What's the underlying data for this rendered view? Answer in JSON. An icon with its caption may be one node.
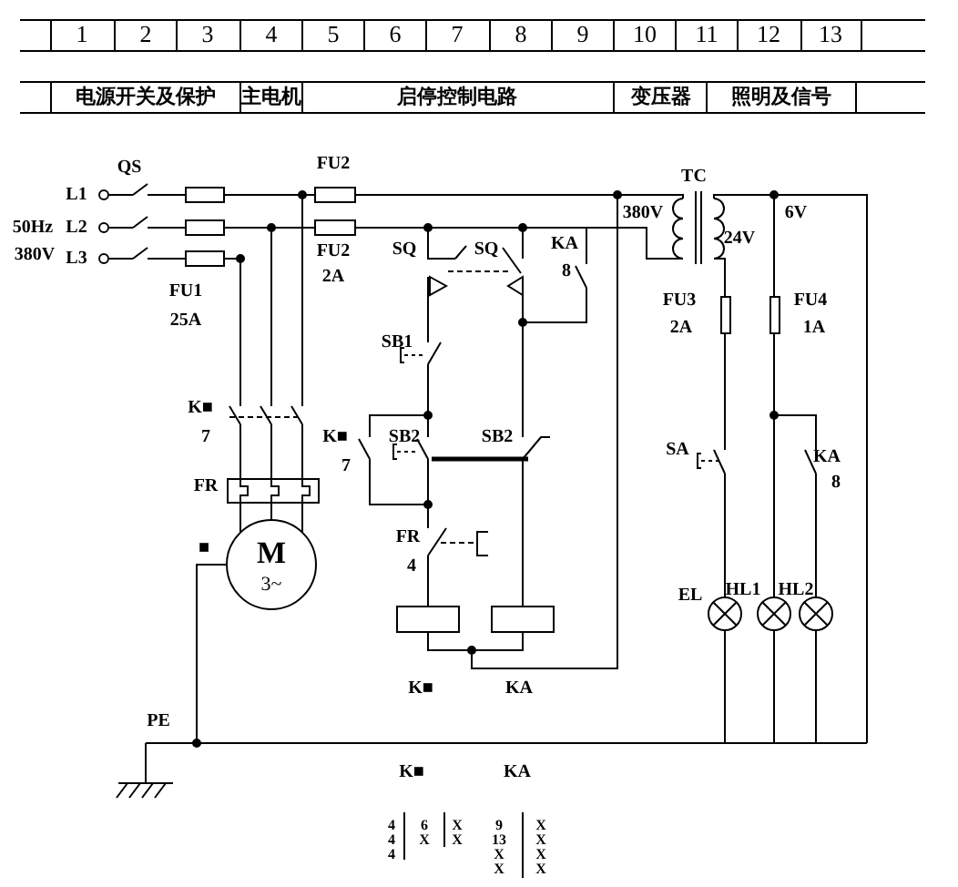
{
  "diagram": {
    "nodes": [
      {
        "text": [
          "M",
          "3~"
        ]
      }
    ],
    "labels": [
      "1",
      "2",
      "3",
      "4",
      "5",
      "6",
      "7",
      "8",
      "9",
      "10",
      "11",
      "12",
      "13",
      "电源开关及保护",
      "主电机",
      "启停控制电路",
      "变压器",
      "照明及信号",
      "QS",
      "FU2",
      "TC",
      "L1",
      "380V",
      "6V",
      "50Hz",
      "L2",
      "24V",
      "380V",
      "L3",
      "FU2",
      "SQ",
      "SQ",
      "KA",
      "2A",
      "8",
      "FU1",
      "FU3",
      "FU4",
      "25A",
      "2A",
      "1A",
      "SB1",
      "K■",
      "7",
      "K■",
      "SB2",
      "SB2",
      "SA",
      "KA",
      "FR",
      "7",
      "8",
      "■",
      "FR",
      "4",
      "EL",
      "HL1",
      "HL2",
      "K■",
      "KA",
      "PE",
      "K■",
      "KA",
      "4",
      "6",
      "X",
      "9",
      "X",
      "4",
      "X",
      "X",
      "13",
      "X",
      "4",
      "X",
      "X",
      "X",
      "X"
    ]
  }
}
